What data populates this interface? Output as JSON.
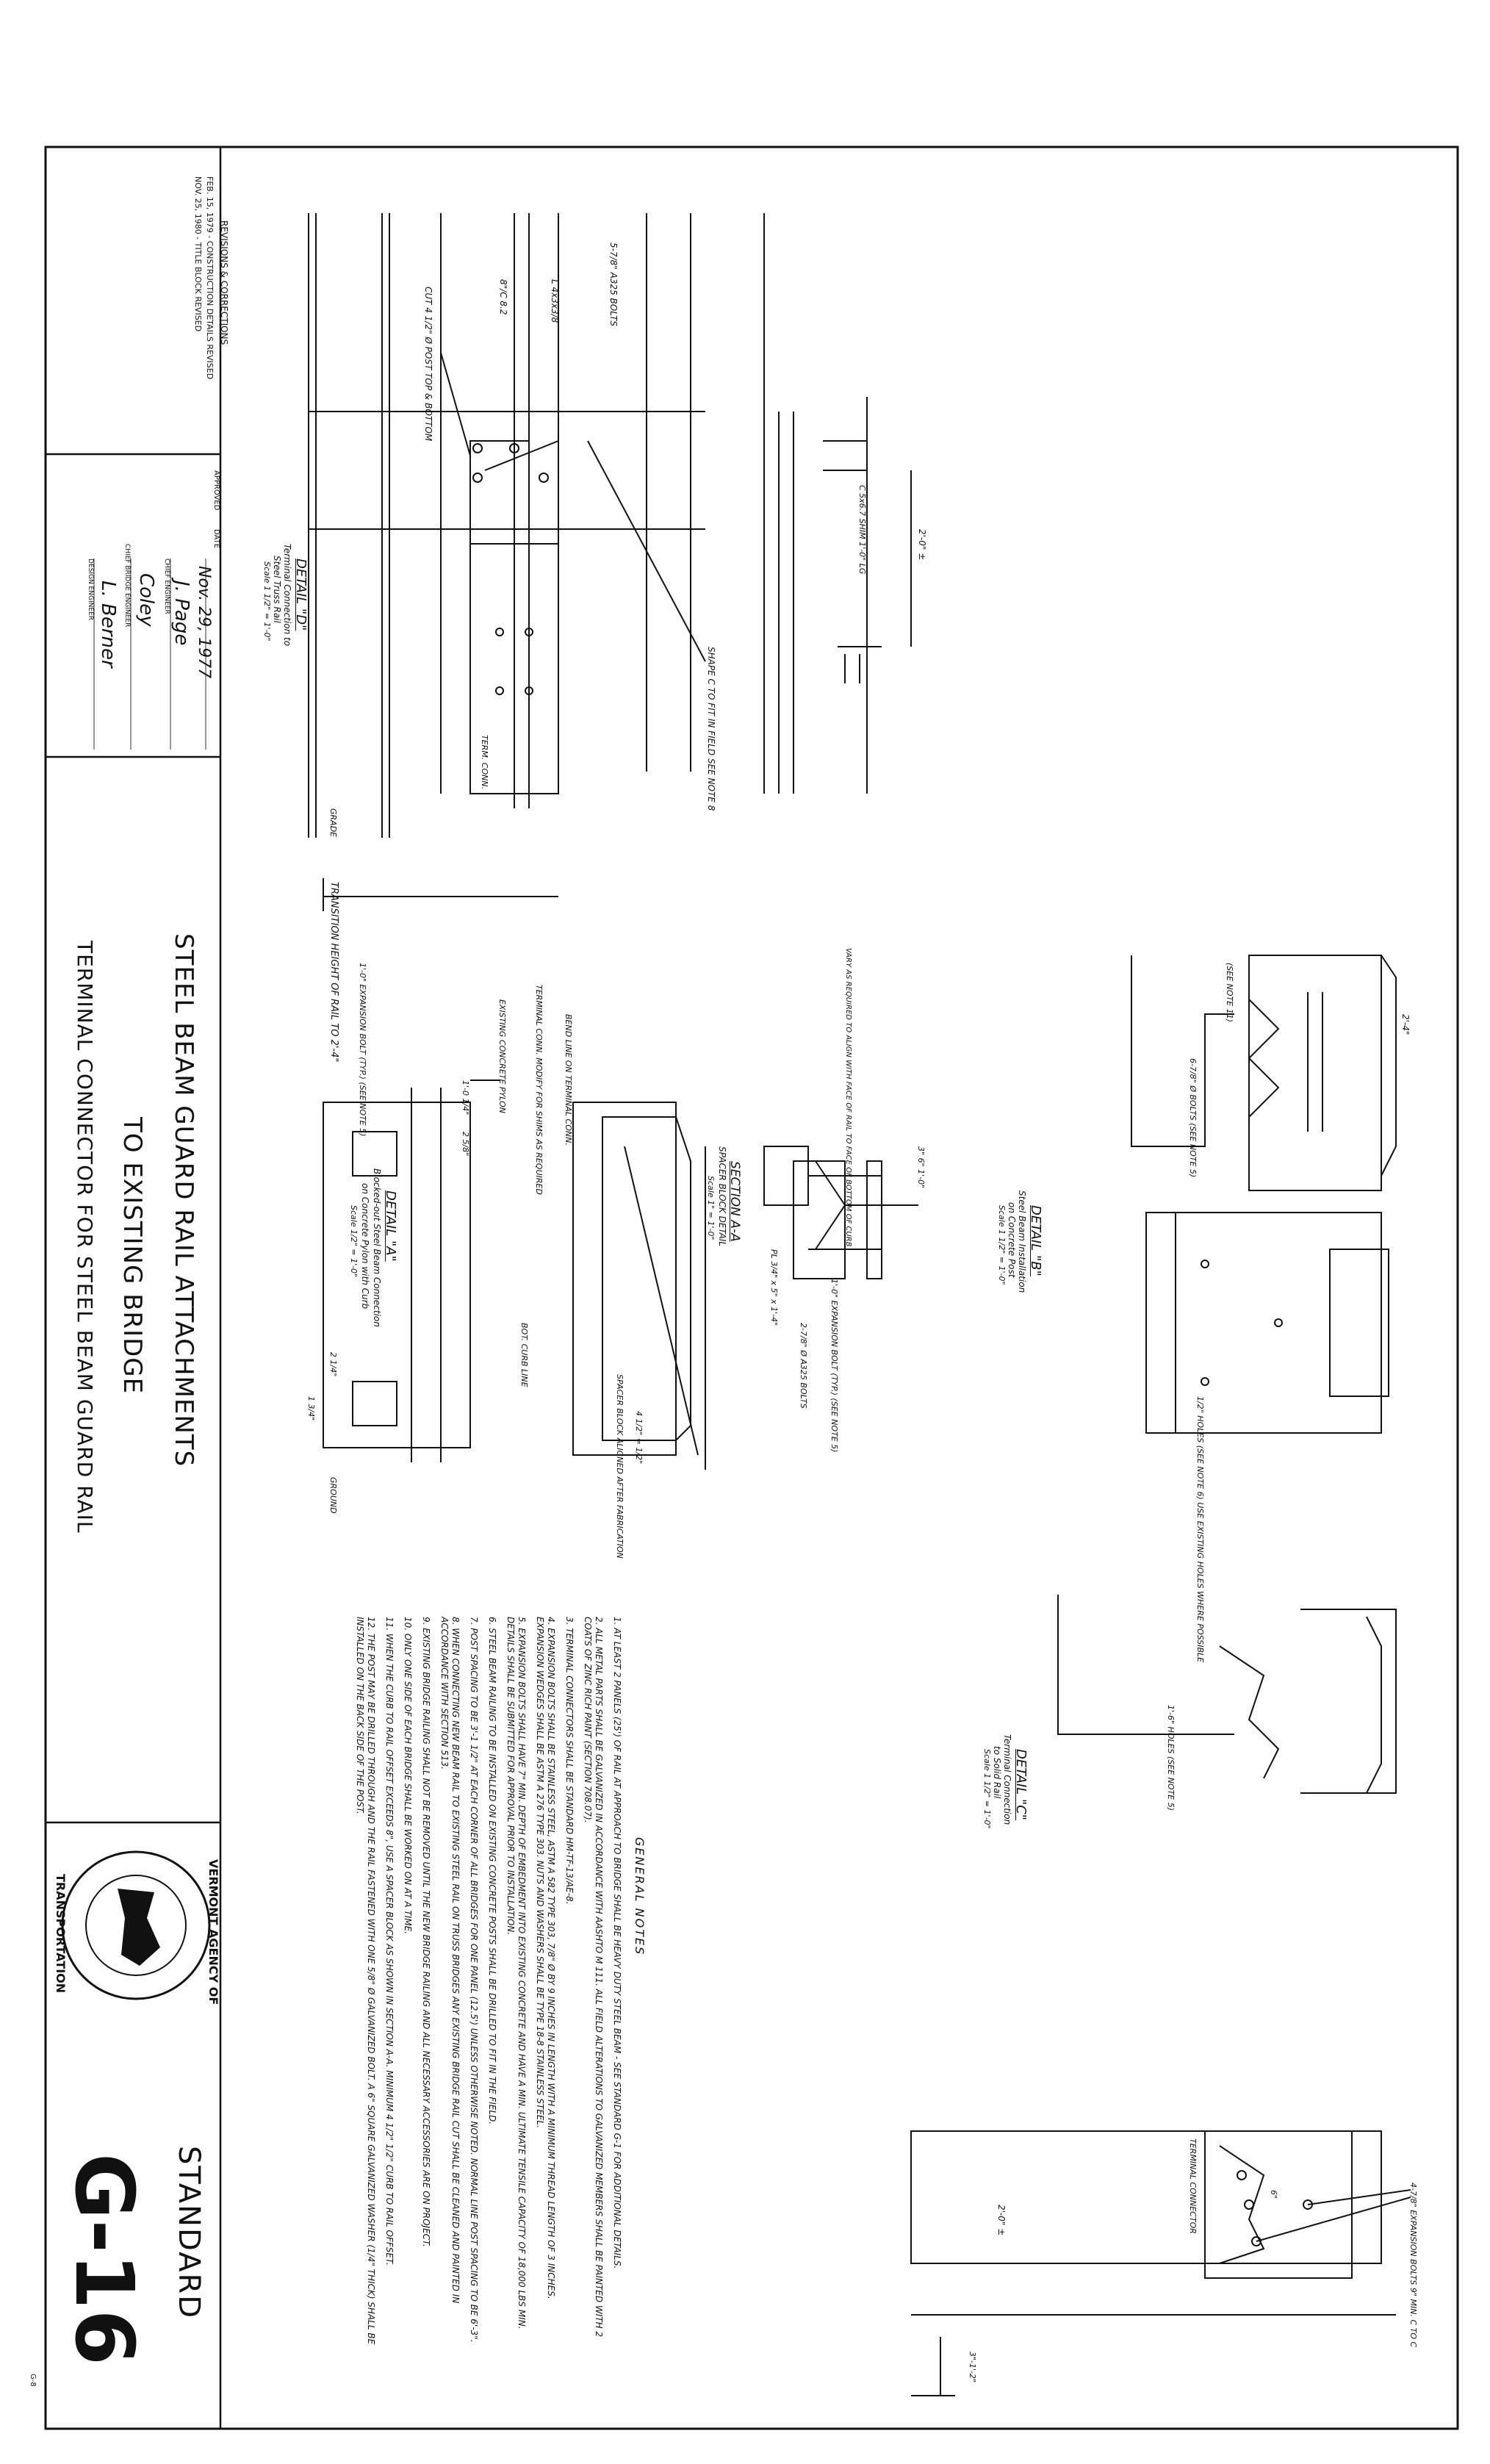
{
  "revisions": {
    "heading": "REVISIONS & CORRECTIONS",
    "line1": "FEB. 15, 1979 - CONSTRUCTION DETAILS REVISED",
    "line2": "NOV. 25, 1980 - TITLE BLOCK REVISED"
  },
  "approval": {
    "approved_label": "APPROVED",
    "date_label": "DATE",
    "date_value": "Nov. 29, 1977",
    "chief_engineer_label": "CHIEF ENGINEER",
    "chief_bridge_engineer_label": "CHIEF BRIDGE ENGINEER",
    "design_engineer_label": "DESIGN ENGINEER",
    "signatures": [
      "J. Page",
      "Coley",
      "L. Berner"
    ]
  },
  "title": {
    "line1": "STEEL BEAM GUARD RAIL ATTACHMENTS",
    "line2": "TO EXISTING BRIDGE",
    "line3": "TERMINAL CONNECTOR FOR STEEL BEAM GUARD RAIL"
  },
  "agency": {
    "seal_top": "VERMONT AGENCY OF",
    "seal_bottom": "TRANSPORTATION"
  },
  "standard": {
    "label": "STANDARD",
    "number": "G-16"
  },
  "sheet_mark": "G-8",
  "details": {
    "detail_d": {
      "title": "DETAIL \"D\"",
      "caption1": "Terminal Connection to",
      "caption2": "Steel Truss Rail",
      "scale": "Scale 1 1/2\" = 1'-0\"",
      "labels": [
        "5-7/8\" A325 BOLTS",
        "L 4x3x3/8",
        "8\"/C 8.2",
        "CUT 4 1/2\" Ø POST TOP & BOTTOM",
        "C 5x6.7 SHIM 1'-0\" LG",
        "2'-0\" ±",
        "SHAPE C TO FIT IN FIELD SEE NOTE 8",
        "TERM. CONN.",
        "GRADE",
        "TRANSITION HEIGHT OF RAIL TO 2'-4\""
      ]
    },
    "detail_a": {
      "title": "DETAIL \"A\"",
      "caption1": "Blocked-out Steel Beam Connection",
      "caption2": "on Concrete Pylon with Curb",
      "scale": "Scale 1/2\" = 1'-0\"",
      "labels": [
        "BEND LINE ON TERMINAL CONN.",
        "TERMINAL CONN. MODIFY FOR SHIMS AS REQUIRED",
        "EXISTING CONCRETE PYLON",
        "1'-0\" EXPANSION BOLT (TYP.) (SEE NOTE 5)",
        "BOT. CURB LINE",
        "SPACER BLOCK ALIGNED AFTER FABRICATION",
        "GROUND",
        "4 1/2\" = 1/2\"",
        "2 5/8\"",
        "1'-0 1/4\"",
        "2 1/4\"",
        "1 3/4\""
      ]
    },
    "section_a": {
      "title": "SECTION A-A",
      "caption1": "SPACER BLOCK DETAIL",
      "scale": "Scale 1\" = 1'-0\"",
      "labels": [
        "VARY AS REQUIRED TO ALIGN WITH FACE OF RAIL TO FACE OF BOTTOM OF CURB",
        "1'-0\" EXPANSION BOLT (TYP.) (SEE NOTE 5)",
        "2-7/8\" Ø A325 BOLTS",
        "PL 3/4\" x 5\" x 1'-4\"",
        "3\" 6\" 1'-0\""
      ]
    },
    "detail_b": {
      "title": "DETAIL \"B\"",
      "caption1": "Steel Beam Installation",
      "caption2": "on Concrete Post",
      "scale": "Scale 1 1/2\" = 1'-0\"",
      "labels": [
        "2'-4\"",
        "(SEE NOTE 11)",
        "6-7/8\" Ø BOLTS (SEE NOTE 5)",
        "1/2\" HOLES (SEE NOTE 6) USE EXISTING HOLES WHERE POSSIBLE"
      ]
    },
    "detail_c": {
      "title": "DETAIL \"C\"",
      "caption1": "Terminal Connection",
      "caption2": "to Solid Rail",
      "scale": "Scale 1 1/2\" = 1'-0\"",
      "labels": [
        "1'-6\" HOLES (SEE NOTE 5)",
        "4-7/8\" EXPANSION BOLTS 9\" MIN. C TO C",
        "TERMINAL CONNECTOR",
        "2'-0\" ±",
        "3\"-1'-2\"",
        "6\""
      ]
    }
  },
  "general_notes": {
    "heading": "GENERAL NOTES",
    "items": [
      "1. AT LEAST 2 PANELS (25') OF RAIL AT APPROACH TO BRIDGE SHALL BE HEAVY DUTY STEEL BEAM - SEE STANDARD G-1 FOR ADDITIONAL DETAILS.",
      "2. ALL METAL PARTS SHALL BE GALVANIZED IN ACCORDANCE WITH AASHTO M 111. ALL FIELD ALTERATIONS TO GALVANIZED MEMBERS SHALL BE PAINTED WITH 2 COATS OF ZINC RICH PAINT (SECTION 708.07).",
      "3. TERMINAL CONNECTORS SHALL BE STANDARD HM-TF-13/AE-8.",
      "4. EXPANSION BOLTS SHALL BE STAINLESS STEEL, ASTM A 582 TYPE 303, 7/8\" Ø BY 9 INCHES IN LENGTH WITH A MINIMUM THREAD LENGTH OF 3 INCHES. EXPANSION WEDGES SHALL BE ASTM A 276 TYPE 303. NUTS AND WASHERS SHALL BE TYPE 18-8 STAINLESS STEEL.",
      "5. EXPANSION BOLTS SHALL HAVE 7\" MIN. DEPTH OF EMBEDMENT INTO EXISTING CONCRETE AND HAVE A MIN. ULTIMATE TENSILE CAPACITY OF 18,000 LBS MIN. DETAILS SHALL BE SUBMITTED FOR APPROVAL PRIOR TO INSTALLATION.",
      "6. STEEL BEAM RAILING TO BE INSTALLED ON EXISTING CONCRETE POSTS SHALL BE DRILLED TO FIT IN THE FIELD.",
      "7. POST SPACING TO BE 3'-1 1/2\" AT EACH CORNER OF ALL BRIDGES FOR ONE PANEL (12.5') UNLESS OTHERWISE NOTED. NORMAL LINE POST SPACING TO BE 6'-3\".",
      "8. WHEN CONNECTING NEW BEAM RAIL TO EXISTING STEEL RAIL ON TRUSS BRIDGES ANY EXISTING BRIDGE RAIL CUT SHALL BE CLEANED AND PAINTED IN ACCORDANCE WITH SECTION 513.",
      "9. EXISTING BRIDGE RAILING SHALL NOT BE REMOVED UNTIL THE NEW BRIDGE RAILING AND ALL NECESSARY ACCESSORIES ARE ON PROJECT.",
      "10. ONLY ONE SIDE OF EACH BRIDGE SHALL BE WORKED ON AT A TIME.",
      "11. WHEN THE CURB TO RAIL OFFSET EXCEEDS 8\", USE A SPACER BLOCK AS SHOWN IN SECTION A-A. MINIMUM 4 1/2\" 1/2\" CURB TO RAIL OFFSET.",
      "12. THE POST MAY BE DRILLED THROUGH AND THE RAIL FASTENED WITH ONE 5/8\" Ø GALVANIZED BOLT. A 6\" SQUARE GALVANIZED WASHER (1/4\" THICK) SHALL BE INSTALLED ON THE BACK SIDE OF THE POST."
    ]
  }
}
